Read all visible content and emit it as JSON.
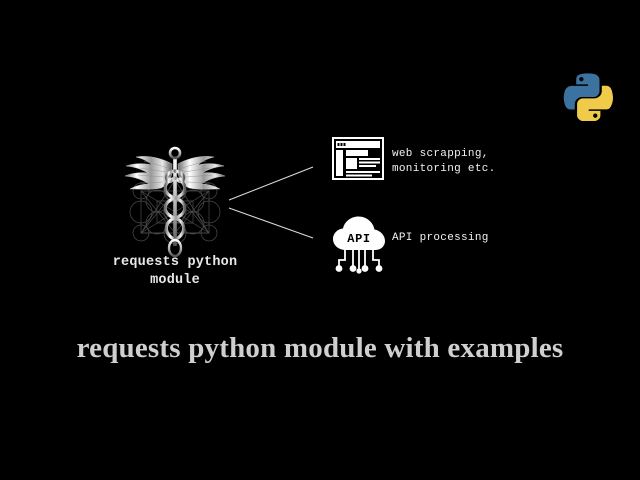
{
  "slide": {
    "background_color": "#000000",
    "title": "requests python module with examples",
    "title_color": "#cfcfcf"
  },
  "brand": {
    "logo_name": "python-logo",
    "blue": "#3c729f",
    "yellow": "#f0cb4a"
  },
  "source_node": {
    "icon_name": "caduceus-icon",
    "label": "requests python\nmodule",
    "label_color": "#e8e8e8"
  },
  "branches": [
    {
      "icon_name": "browser-window-icon",
      "caption": "web scrapping,\nmonitoring etc.",
      "caption_color": "#f2f2f2"
    },
    {
      "icon_name": "api-cloud-icon",
      "icon_text": "API",
      "caption": "API processing",
      "caption_color": "#f2f2f2"
    }
  ],
  "connectors": {
    "stroke_color": "#dcdcdc",
    "count": 2
  }
}
